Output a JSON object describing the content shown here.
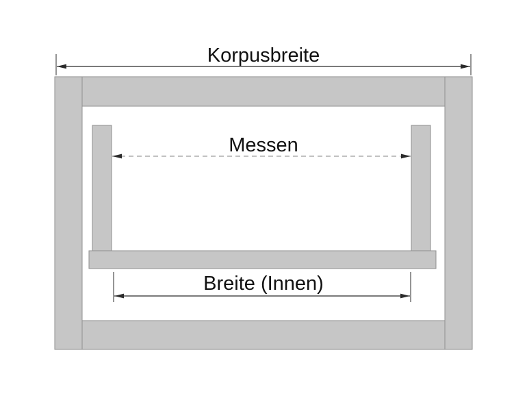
{
  "diagram": {
    "labels": {
      "korpusbreite": "Korpusbreite",
      "messen": "Messen",
      "breite_innen": "Breite (Innen)"
    },
    "colors": {
      "panel_fill": "#c6c6c6",
      "panel_stroke": "#8f8f8f",
      "dimension_line": "#2b2b2b",
      "dashed_line": "#9c9c9c",
      "text": "#111111",
      "background": "#ffffff"
    }
  }
}
